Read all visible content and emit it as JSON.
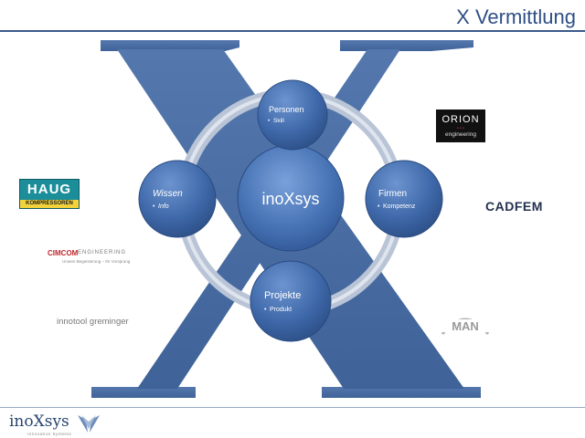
{
  "title": "X Vermittlung",
  "center": {
    "label": "inoXsys"
  },
  "nodes": {
    "personen": {
      "label": "Personen",
      "bullet": "Skill"
    },
    "wissen": {
      "label": "Wissen",
      "bullet": "Info"
    },
    "firmen": {
      "label": "Firmen",
      "bullet": "Kompetenz"
    },
    "projekte": {
      "label": "Projekte",
      "bullet": "Produkt"
    }
  },
  "logos": {
    "haug": {
      "line1": "HAUG",
      "line2": "KOMPRESSOREN"
    },
    "cimcom": {
      "name": "CIMCOM",
      "suffix": "ENGINEERING",
      "tagline": "Unsere Begeisterung – Ihr Vorsprung"
    },
    "innotool": {
      "name": "innotool greminger"
    },
    "orion": {
      "name": "ORION",
      "dots": "• • •",
      "sub": "engineering"
    },
    "cadfem": {
      "name": "CADFEM"
    },
    "man": {
      "name": "MAN"
    },
    "brand": {
      "name": "inoXsys",
      "tagline": "Innovation Systems"
    }
  },
  "colors": {
    "accent": "#2f4f86",
    "x_fill": "#4a6fa5",
    "node": "#3e68a8",
    "ring": "#b9c4d6"
  }
}
